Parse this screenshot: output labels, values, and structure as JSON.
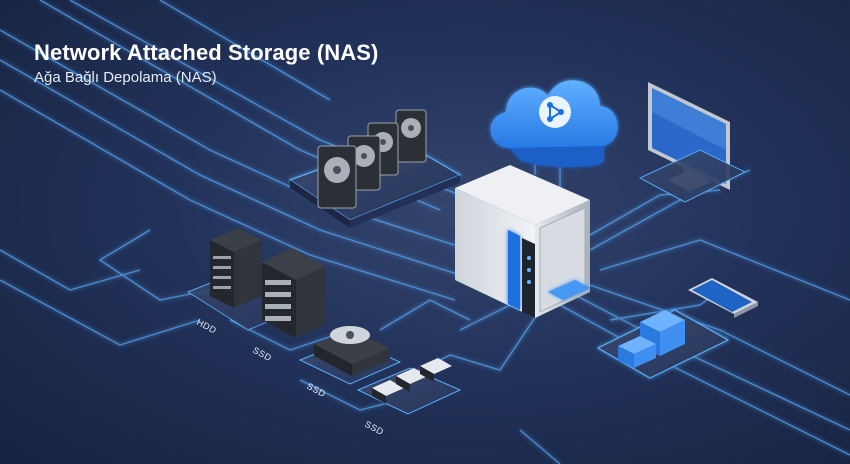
{
  "title": "Network Attached Storage (NAS)",
  "subtitle": "Ağa Bağlı Depolama (NAS)",
  "device_labels": [
    "HDD",
    "SSD",
    "SSD",
    "SSD"
  ],
  "icons": [
    "cloud-network-icon",
    "monitor-icon",
    "smartphone-icon",
    "nas-device-icon",
    "hard-drive-icon",
    "server-rack-icon",
    "ssd-icon"
  ],
  "colors": {
    "accent": "#2f8df5",
    "glow": "#5fb4ff",
    "background": "#1f2d50"
  }
}
